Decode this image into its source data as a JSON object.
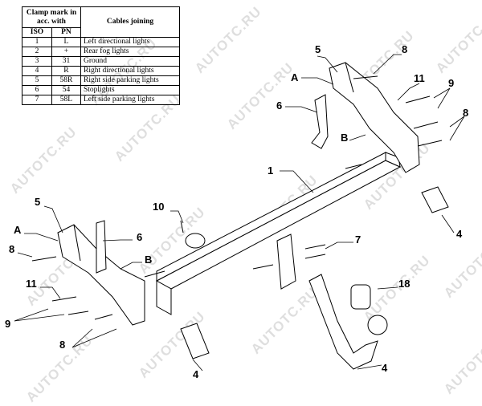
{
  "table": {
    "header_clamp": "Clamp mark in acc. with",
    "header_cables": "Cables joining",
    "header_iso": "ISO",
    "header_pn": "PN",
    "rows": [
      {
        "iso": "1",
        "pn": "L",
        "cable": "Left directional lights"
      },
      {
        "iso": "2",
        "pn": "+",
        "cable": "Rear fog lights"
      },
      {
        "iso": "3",
        "pn": "31",
        "cable": "Ground"
      },
      {
        "iso": "4",
        "pn": "R",
        "cable": "Right directional lights"
      },
      {
        "iso": "5",
        "pn": "58R",
        "cable": "Right side parking lights"
      },
      {
        "iso": "6",
        "pn": "54",
        "cable": "Stoplights"
      },
      {
        "iso": "7",
        "pn": "58L",
        "cable": "Left side parking lights"
      }
    ]
  },
  "labels": [
    "5",
    "8",
    "A",
    "11",
    "9",
    "6",
    "8",
    "B",
    "1",
    "10",
    "5",
    "A",
    "6",
    "7",
    "4",
    "8",
    "B",
    "11",
    "18",
    "9",
    "8",
    "4",
    "4"
  ],
  "watermark": "AUTOTC.RU"
}
